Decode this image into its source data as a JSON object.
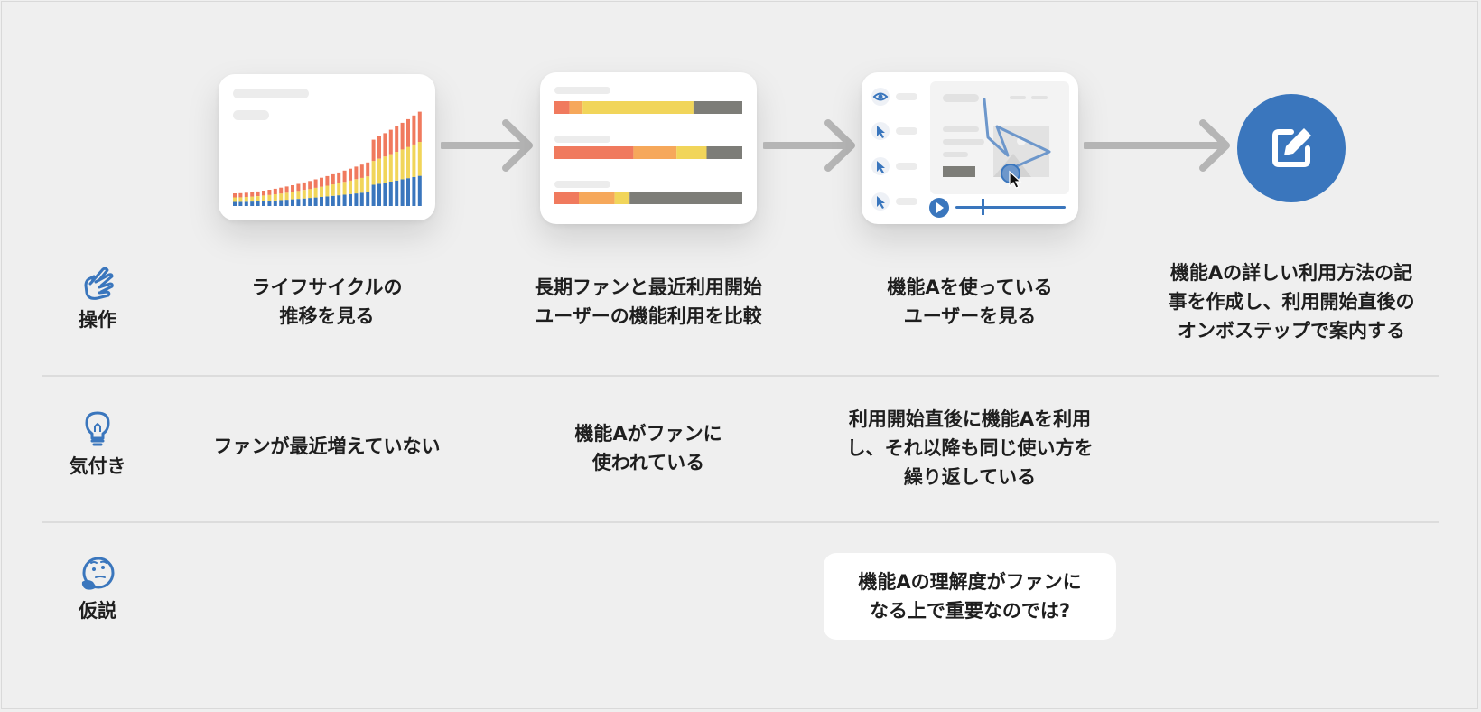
{
  "rows": {
    "operation": "操作",
    "insight": "気付き",
    "hypothesis": "仮説"
  },
  "steps": [
    "ライフサイクルの\n推移を見る",
    "長期ファンと最近利用開始\nユーザーの機能利用を比較",
    "機能Aを使っている\nユーザーを見る",
    "機能Aの詳しい利用方法の記\n事を作成し、利用開始直後の\nオンボステップで案内する"
  ],
  "insights": [
    "ファンが最近増えていない",
    "機能Aがファンに\n使われている",
    "利用開始直後に機能Aを利用\nし、それ以降も同じ使い方を\n繰り返している"
  ],
  "hypothesis": "機能Aの理解度がファンに\nなる上で重要なのでは?",
  "colors": {
    "accent": "#3a76bd",
    "red": "#f07a5e",
    "orange": "#f6a85b",
    "yellow": "#f1d55a",
    "gray": "#7d7d78",
    "arrow": "#b5b5b5"
  },
  "icons": {
    "step4": "edit-icon",
    "operation": "pointing-hand-icon",
    "insight": "lightbulb-icon",
    "hypothesis": "thinking-face-icon"
  }
}
